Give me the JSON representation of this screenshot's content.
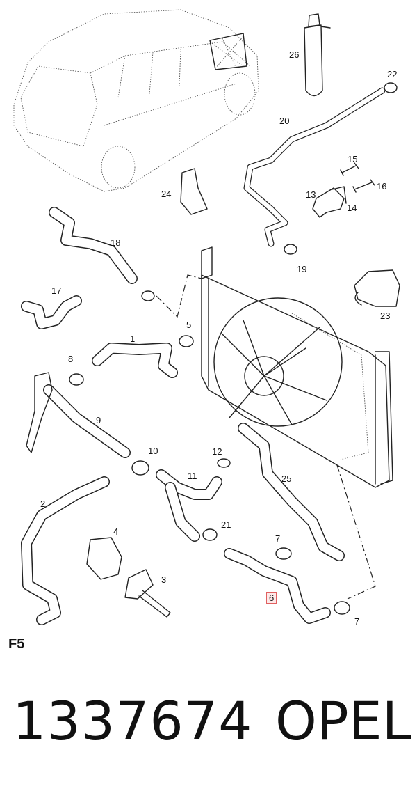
{
  "callouts": [
    {
      "id": "1",
      "text": "1"
    },
    {
      "id": "2",
      "text": "2"
    },
    {
      "id": "3",
      "text": "3"
    },
    {
      "id": "4",
      "text": "4"
    },
    {
      "id": "5",
      "text": "5"
    },
    {
      "id": "6",
      "text": "6"
    },
    {
      "id": "7a",
      "text": "7"
    },
    {
      "id": "7b",
      "text": "7"
    },
    {
      "id": "8",
      "text": "8"
    },
    {
      "id": "9",
      "text": "9"
    },
    {
      "id": "10",
      "text": "10"
    },
    {
      "id": "11",
      "text": "11"
    },
    {
      "id": "12",
      "text": "12"
    },
    {
      "id": "13",
      "text": "13"
    },
    {
      "id": "14",
      "text": "14"
    },
    {
      "id": "15",
      "text": "15"
    },
    {
      "id": "16",
      "text": "16"
    },
    {
      "id": "17",
      "text": "17"
    },
    {
      "id": "18",
      "text": "18"
    },
    {
      "id": "19",
      "text": "19"
    },
    {
      "id": "20",
      "text": "20"
    },
    {
      "id": "21",
      "text": "21"
    },
    {
      "id": "22",
      "text": "22"
    },
    {
      "id": "23",
      "text": "23"
    },
    {
      "id": "24",
      "text": "24"
    },
    {
      "id": "25",
      "text": "25"
    },
    {
      "id": "26",
      "text": "26"
    }
  ],
  "highlighted_part": "6",
  "section_label": "F5",
  "part_number": "1337674",
  "brand": "OPEL",
  "colors": {
    "line": "#222222",
    "highlight_border": "#e06060",
    "highlight_fill": "#fde8e8"
  }
}
